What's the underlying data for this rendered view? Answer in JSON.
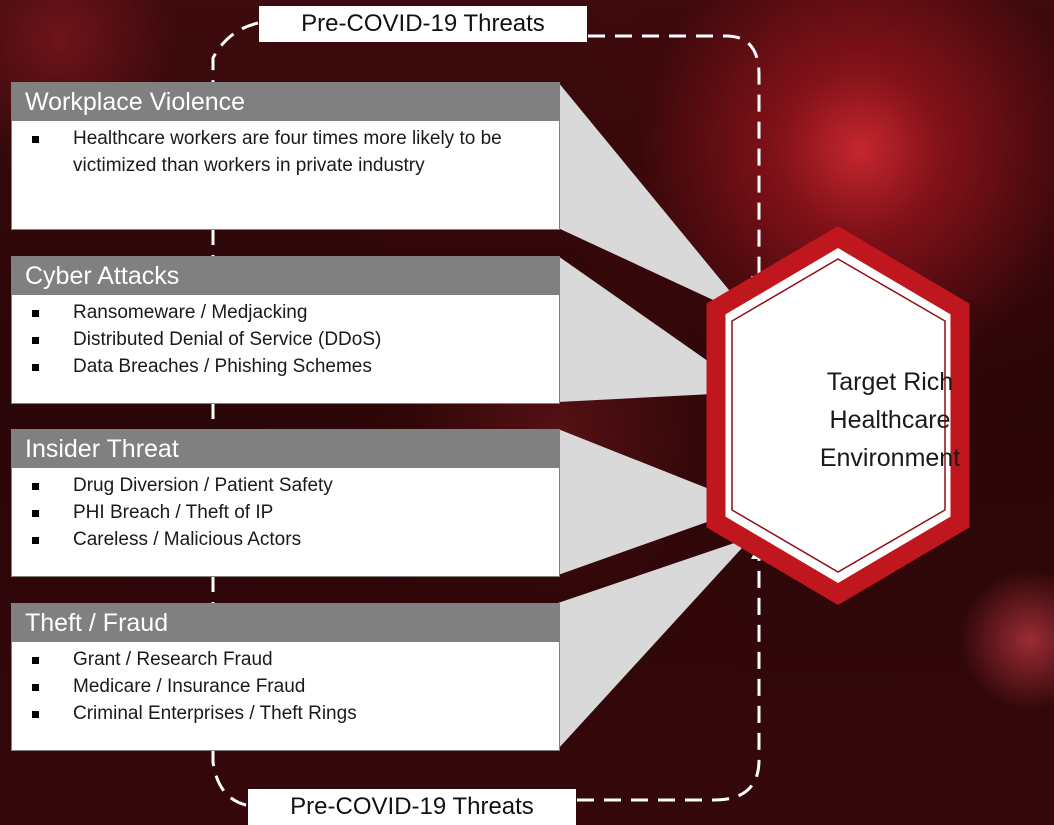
{
  "colors": {
    "header_gray": "#808080",
    "accent_red": "#c0161e",
    "connector_gray": "#d9d9d9",
    "dashed_line": "#ffffff"
  },
  "top_label": "Pre-COVID-19 Threats",
  "bottom_label": "Pre-COVID-19 Threats",
  "target": {
    "line1": "Target Rich",
    "line2": "Healthcare",
    "line3": "Environment"
  },
  "categories": [
    {
      "title": "Workplace Violence",
      "bullets": [
        "Healthcare workers are four times more likely to be victimized than workers in private industry"
      ]
    },
    {
      "title": "Cyber Attacks",
      "bullets": [
        "Ransomeware  / Medjacking",
        "Distributed Denial of Service  (DDoS)",
        "Data Breaches / Phishing Schemes"
      ]
    },
    {
      "title": "Insider Threat",
      "bullets": [
        "Drug Diversion / Patient Safety",
        "PHI Breach / Theft of IP",
        "Careless / Malicious Actors"
      ]
    },
    {
      "title": "Theft / Fraud",
      "bullets": [
        "Grant / Research Fraud",
        "Medicare / Insurance Fraud",
        "Criminal Enterprises  / Theft Rings"
      ]
    }
  ]
}
